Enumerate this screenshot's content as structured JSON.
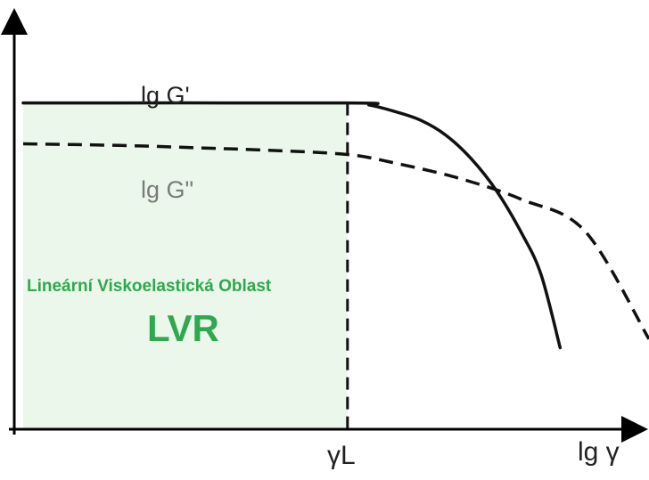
{
  "chart_data": {
    "type": "line",
    "title": "",
    "xlabel": "lg γ",
    "ylabel": "",
    "x_marker": {
      "label": "γL",
      "x": 0.525,
      "style": "dashed"
    },
    "region": {
      "name": "Lineární Viskoelastická Oblast",
      "abbreviation": "LVR",
      "x_from": 0.0,
      "x_to": 0.525,
      "fill": "#eaf7ea"
    },
    "series": [
      {
        "name": "lg G'",
        "style": "solid",
        "color": "#111111",
        "x": [
          0.0,
          0.525,
          0.56,
          0.6,
          0.64,
          0.68,
          0.72,
          0.76,
          0.8,
          0.83,
          0.86
        ],
        "y": [
          0.76,
          0.76,
          0.755,
          0.74,
          0.72,
          0.685,
          0.63,
          0.555,
          0.455,
          0.36,
          0.19
        ]
      },
      {
        "name": "lg G\"",
        "style": "dashed",
        "color": "#111111",
        "x": [
          0.0,
          0.1,
          0.2,
          0.3,
          0.4,
          0.525,
          0.6,
          0.7,
          0.8,
          0.9,
          1.0
        ],
        "y": [
          0.665,
          0.663,
          0.66,
          0.655,
          0.65,
          0.64,
          0.62,
          0.585,
          0.535,
          0.46,
          0.21
        ]
      }
    ],
    "xlim": [
      0,
      1
    ],
    "ylim": [
      0,
      1
    ],
    "grid": false,
    "legend": "none"
  },
  "colors": {
    "axis": "#000000",
    "curve": "#111111",
    "region_text": "#2fa84f"
  }
}
